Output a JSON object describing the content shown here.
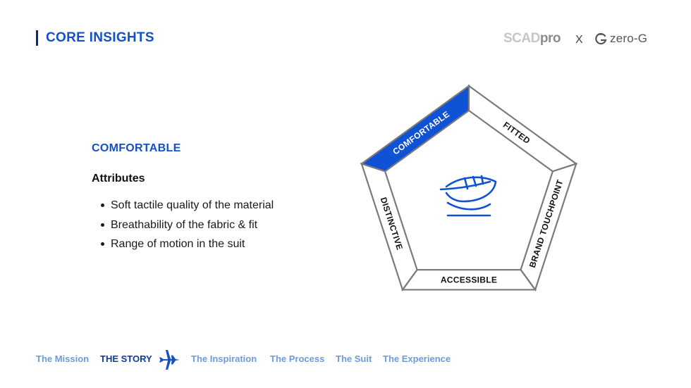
{
  "header": {
    "title": "CORE INSIGHTS",
    "logo_scad": "SCAD",
    "logo_pro": "pro",
    "logo_separator": "X",
    "logo_zero_g": "zero-G"
  },
  "content": {
    "section_title": "COMFORTABLE",
    "attributes_title": "Attributes",
    "attributes": [
      "Soft tactile quality of the material",
      "Breathability of the fabric & fit",
      "Range of motion in the suit"
    ]
  },
  "diagram": {
    "segments": [
      {
        "label": "COMFORTABLE",
        "highlighted": true
      },
      {
        "label": "FITTED",
        "highlighted": false
      },
      {
        "label": "BRAND TOUCHPOINT",
        "highlighted": false
      },
      {
        "label": "ACCESSIBLE",
        "highlighted": false
      },
      {
        "label": "DISTINCTIVE",
        "highlighted": false
      }
    ],
    "center_icon": "feather-icon",
    "highlight_color": "#0f52d6",
    "outline_color": "#7a7a7a"
  },
  "footer_nav": {
    "items": [
      {
        "label": "The Mission",
        "active": false
      },
      {
        "label": "THE STORY",
        "active": true
      },
      {
        "label": "The Inspiration",
        "active": false
      },
      {
        "label": "The Process",
        "active": false
      },
      {
        "label": "The Suit",
        "active": false
      },
      {
        "label": "The Experience",
        "active": false
      }
    ],
    "current_icon": "airplane-icon"
  },
  "colors": {
    "accent": "#1351c7",
    "nav_inactive": "#6d9bd9",
    "nav_active": "#0f3a9a"
  }
}
